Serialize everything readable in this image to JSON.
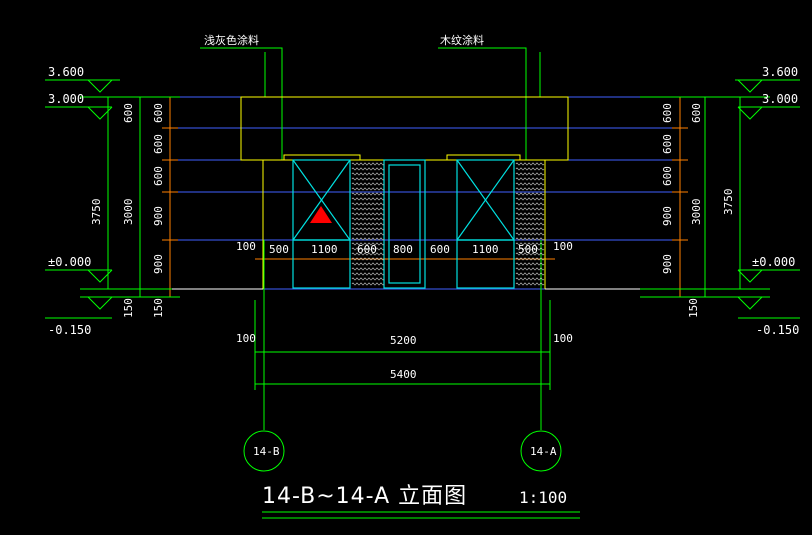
{
  "drawing": {
    "title": "14-B~14-A 立面图",
    "scale": "1:100",
    "callouts": {
      "left": "浅灰色涂料",
      "right": "木纹涂料"
    },
    "axes": {
      "left": "14-B",
      "right": "14-A"
    },
    "elevations": {
      "top": "3.600",
      "eave": "3.000",
      "ground": "±0.000",
      "base": "-0.150"
    },
    "vertical_dims": {
      "inner": [
        "600",
        "600",
        "600",
        "900",
        "900"
      ],
      "middle": [
        "3000",
        "150"
      ],
      "outer": [
        "3750"
      ]
    },
    "horizontal_dims": {
      "segments": [
        "100",
        "500",
        "1100",
        "600",
        "800",
        "600",
        "1100",
        "500",
        "100"
      ],
      "axis_offsets": [
        "100",
        "100"
      ],
      "overall_inner": "5200",
      "overall_outer": "5400"
    }
  },
  "colors": {
    "background": "#000000",
    "dimension_lines": "#00ff00",
    "outline": "#ffff00",
    "level_lines": "#4060ff",
    "windows": "#00e0e0",
    "marker": "#ff0000"
  }
}
